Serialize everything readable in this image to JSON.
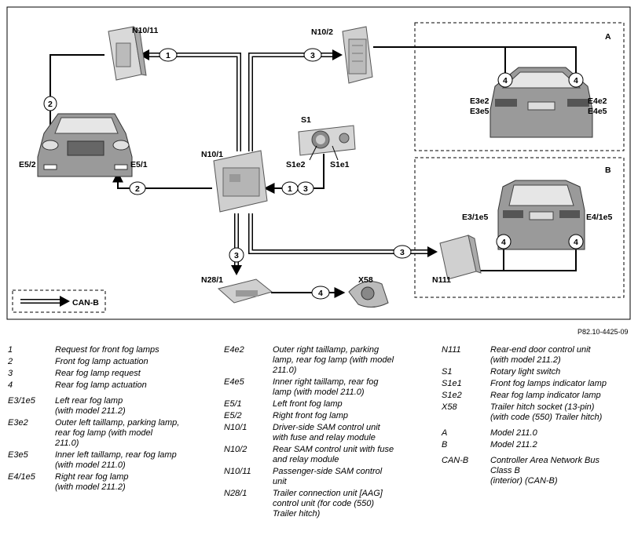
{
  "labels": {
    "n10_11": "N10/11",
    "n10_2": "N10/2",
    "n10_1": "N10/1",
    "s1": "S1",
    "s1e2": "S1e2",
    "s1e1": "S1e1",
    "e5_2": "E5/2",
    "e5_1": "E5/1",
    "n28_1": "N28/1",
    "x58": "X58",
    "n111": "N111",
    "e3e2": "E3e2",
    "e3e5": "E3e5",
    "e4e2": "E4e2",
    "e4e5": "E4e5",
    "e3_1e5": "E3/1e5",
    "e4_1e5": "E4/1e5",
    "box_a": "A",
    "box_b": "B",
    "canb_key": "CAN-B",
    "n1": "1",
    "n2": "2",
    "n3": "3",
    "n4": "4"
  },
  "reference": "P82.10-4425-09",
  "legend": {
    "col1": [
      {
        "code": "1",
        "desc": "Request for front fog lamps"
      },
      {
        "code": "2",
        "desc": "Front fog lamp actuation"
      },
      {
        "code": "3",
        "desc": "Rear fog lamp request"
      },
      {
        "code": "4",
        "desc": "Rear fog lamp actuation"
      },
      {
        "code": "E3/1e5",
        "desc": "Left rear fog lamp\n(with model 211.2)"
      },
      {
        "code": "E3e2",
        "desc": "Outer left taillamp, parking lamp,\nrear fog lamp (with model\n211.0)"
      },
      {
        "code": "E3e5",
        "desc": "Inner left taillamp, rear fog lamp\n(with model 211.0)"
      },
      {
        "code": "E4/1e5",
        "desc": "Right rear fog lamp\n(with model 211.2)"
      }
    ],
    "col2": [
      {
        "code": "E4e2",
        "desc": "Outer right taillamp, parking\nlamp, rear fog lamp (with model\n211.0)"
      },
      {
        "code": "E4e5",
        "desc": "Inner right taillamp, rear fog\nlamp (with model 211.0)"
      },
      {
        "code": "E5/1",
        "desc": "Left front fog lamp"
      },
      {
        "code": "E5/2",
        "desc": "Right front fog lamp"
      },
      {
        "code": "N10/1",
        "desc": "Driver-side SAM control unit\nwith fuse and relay module"
      },
      {
        "code": "N10/2",
        "desc": "Rear SAM control unit with fuse\nand relay module"
      },
      {
        "code": "N10/11",
        "desc": "Passenger-side SAM control\nunit"
      },
      {
        "code": "N28/1",
        "desc": "Trailer connection unit [AAG]\ncontrol unit (for code (550)\nTrailer hitch)"
      }
    ],
    "col3": [
      {
        "code": "N111",
        "desc": "Rear-end door control unit\n(with model 211.2)"
      },
      {
        "code": "S1",
        "desc": "Rotary light switch"
      },
      {
        "code": "S1e1",
        "desc": "Front fog lamps indicator lamp"
      },
      {
        "code": "S1e2",
        "desc": "Rear fog lamp indicator lamp"
      },
      {
        "code": "X58",
        "desc": "Trailer hitch socket (13-pin)\n(with code (550) Trailer hitch)"
      },
      {
        "code": "A",
        "desc": "Model 211.0"
      },
      {
        "code": "B",
        "desc": "Model 211.2"
      },
      {
        "code": "CAN-B",
        "desc": "Controller Area Network Bus\nClass B\n(interior) (CAN-B)"
      }
    ]
  }
}
